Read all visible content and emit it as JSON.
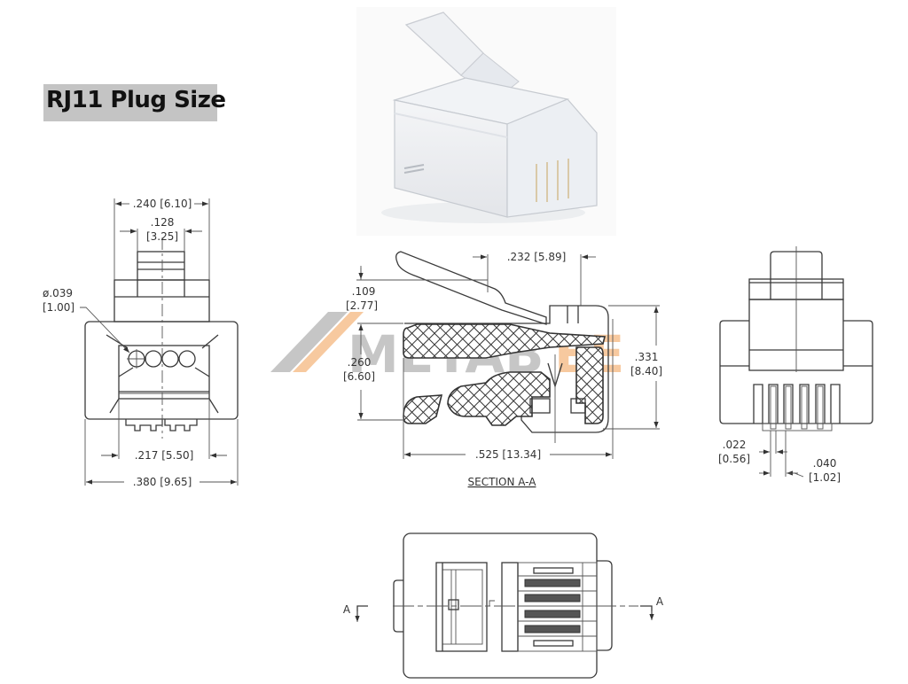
{
  "title": "RJ11 Plug Size",
  "watermark": {
    "text_gray": "METAB",
    "text_orange": "EE",
    "gray_color": "#bdbdbd",
    "orange_color": "#f6c08f"
  },
  "colors": {
    "title_background": "#c4c4c4",
    "line": "#3a3a3a",
    "background": "#ffffff"
  },
  "product_photo": {
    "description": "Transparent RJ11 modular plug"
  },
  "front_view": {
    "dims": [
      {
        "inch": ".240",
        "mm": "[6.10]",
        "label": ".240 [6.10]"
      },
      {
        "inch": ".128",
        "mm": "[3.25]"
      },
      {
        "inch": "ø.039",
        "mm": "[1.00]"
      },
      {
        "inch": ".217",
        "mm": "[5.50]",
        "label": ".217 [5.50]"
      },
      {
        "inch": ".380",
        "mm": "[9.65]",
        "label": ".380 [9.65]"
      }
    ]
  },
  "section_view": {
    "caption": "SECTION A-A",
    "dims": [
      {
        "inch": ".232",
        "mm": "[5.89]",
        "label": ".232 [5.89]"
      },
      {
        "inch": ".109",
        "mm": "[2.77]"
      },
      {
        "inch": ".260",
        "mm": "[6.60]"
      },
      {
        "inch": ".331",
        "mm": "[8.40]"
      },
      {
        "inch": ".525",
        "mm": "[13.34]",
        "label": ".525 [13.34]"
      }
    ]
  },
  "rear_view": {
    "dims": [
      {
        "inch": ".022",
        "mm": "[0.56]"
      },
      {
        "inch": ".040",
        "mm": "[1.02]"
      }
    ]
  },
  "top_view": {
    "section_marker_left": "A",
    "section_marker_right": "A"
  }
}
